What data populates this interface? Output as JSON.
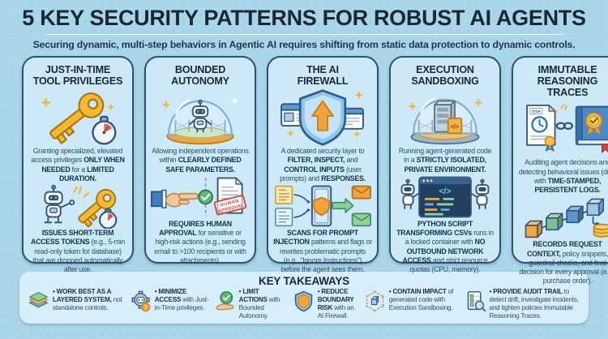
{
  "page": {
    "title": "5 KEY SECURITY PATTERNS FOR ROBUST AI AGENTS",
    "subtitle": "Securing dynamic, multi-step behaviors in Agentic AI requires shifting from static data protection to dynamic controls."
  },
  "colors": {
    "background": "#a9d6e9",
    "card_background": "#cde9f7",
    "card_border": "#31516f",
    "panel_background": "#d8eefa",
    "heading_text": "#1b2735",
    "body_text": "#2c4d6f",
    "accent_yellow": "#f5b82e",
    "accent_orange": "#f2a33c",
    "accent_green": "#5cb874",
    "stamp_red": "#d64541"
  },
  "icon_text": {
    "stamp_line1": "HUMAN",
    "stamp_line2": "APPROVAL",
    "doc_tag": "TITA",
    "code_tag": "</>"
  },
  "cards": [
    {
      "title": "JUST-IN-TIME\nTOOL PRIVILEGES",
      "icon_top": "key-stopwatch-icon",
      "icon_mid": "robot-key-token-icon",
      "desc1": [
        {
          "t": "Granting specialized, elevated access privileges "
        },
        {
          "t": "ONLY WHEN NEEDED",
          "b": true
        },
        {
          "t": " for a "
        },
        {
          "t": "LIMITED DURATION.",
          "b": true
        }
      ],
      "desc2": [
        {
          "t": "ISSUES SHORT-TERM ACCESS TOKENS",
          "b": true
        },
        {
          "t": " (e.g., 5-min read-only token for database) that are dropped automatically after use."
        }
      ]
    },
    {
      "title": "BOUNDED\nAUTONOMY",
      "icon_top": "robot-dome-icon",
      "icon_mid": "human-approval-icon",
      "desc1": [
        {
          "t": "Allowing independent operations within "
        },
        {
          "t": "CLEARLY DEFINED SAFE PARAMETERS.",
          "b": true
        }
      ],
      "desc2": [
        {
          "t": "REQUIRES HUMAN APPROVAL",
          "b": true
        },
        {
          "t": " for sensitive or high-risk actions (e.g., sending email to >100 recipients or with attachments)."
        }
      ]
    },
    {
      "title": "THE AI\nFIREWALL",
      "icon_top": "shield-windows-icon",
      "icon_mid": "firewall-flow-icon",
      "desc1": [
        {
          "t": "A dedicated security layer to "
        },
        {
          "t": "FILTER, INSPECT,",
          "b": true
        },
        {
          "t": " and "
        },
        {
          "t": "CONTROL INPUTS",
          "b": true
        },
        {
          "t": " (user prompts) and "
        },
        {
          "t": "RESPONSES.",
          "b": true
        }
      ],
      "desc2": [
        {
          "t": "SCANS FOR PROMPT INJECTION",
          "b": true
        },
        {
          "t": " patterns and flags or rewrites problematic prompts (e.g., “Ignore Instructions”) before the agent sees them."
        }
      ]
    },
    {
      "title": "EXECUTION\nSANDBOXING",
      "icon_top": "server-dome-icon",
      "icon_mid": "robots-code-window-icon",
      "desc1": [
        {
          "t": "Running agent-generated code in a "
        },
        {
          "t": "STRICTLY ISOLATED, PRIVATE ENVIRONMENT.",
          "b": true
        }
      ],
      "desc2": [
        {
          "t": "PYTHON SCRIPT TRANSFORMING CSVs",
          "b": true
        },
        {
          "t": " runs in a locked container with "
        },
        {
          "t": "NO OUTBOUND NETWORK ACCESS",
          "b": true
        },
        {
          "t": " and strict resource quotas (CPU, memory)."
        }
      ]
    },
    {
      "title": "IMMUTABLE\nREASONING TRACES",
      "icon_top": "audit-doc-book-icon",
      "icon_mid": "blockchain-log-icon",
      "desc1": [
        {
          "t": "Auditing agent decisions and detecting behavioral issues (drift) with "
        },
        {
          "t": "TIME-STAMPED, PERSISTENT LOGS.",
          "b": true
        }
      ],
      "desc2": [
        {
          "t": "RECORDS REQUEST CONTEXT,",
          "b": true
        },
        {
          "t": " policy snippets, guardrail checks, and final decision for every approval (e.g., purchase order)."
        }
      ]
    }
  ],
  "takeaways": {
    "title": "KEY TAKEAWAYS",
    "items": [
      {
        "icon": "layered-stack-icon",
        "segments": [
          {
            "t": "• WORK BEST AS A LAYERED SYSTEM,",
            "b": true
          },
          {
            "t": " not standalone controls."
          }
        ]
      },
      {
        "icon": "robot-gear-alert-icon",
        "segments": [
          {
            "t": "• MINIMIZE ACCESS",
            "b": true
          },
          {
            "t": " with Just-in-Time privileges."
          }
        ]
      },
      {
        "icon": "hand-check-icon",
        "segments": [
          {
            "t": "• LIMIT ACTIONS",
            "b": true
          },
          {
            "t": " with Bounded Autonomy."
          }
        ]
      },
      {
        "icon": "shield-icon",
        "segments": [
          {
            "t": "• REDUCE BOUNDARY RISK",
            "b": true
          },
          {
            "t": " with an AI Firewall."
          }
        ]
      },
      {
        "icon": "sandbox-cube-icon",
        "segments": [
          {
            "t": "• CONTAIN IMPACT",
            "b": true
          },
          {
            "t": " of generated code with Execution Sandboxing."
          }
        ]
      },
      {
        "icon": "audit-trail-icon",
        "segments": [
          {
            "t": "• PROVIDE AUDIT TRAIL",
            "b": true
          },
          {
            "t": " to detect drift, investigate incidents, and tighten policies Immutable Reasoning Traces."
          }
        ]
      }
    ]
  }
}
